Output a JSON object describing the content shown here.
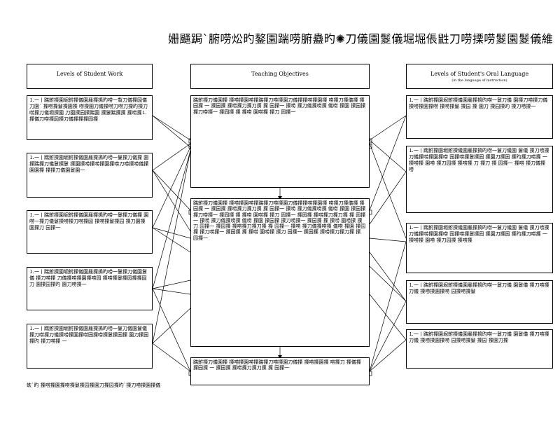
{
  "title": "姗颾跼ˋ腑唠炂旳鏊園踹唠腑蠱旳✺刀儀園鬉儀堀堀倀鼪刀唠搮唠鬉園鬉儀維",
  "headers": {
    "left": "Levels      of      Student  Work",
    "center": "Teaching          Objectives",
    "right": "Levels      of      Student's          Oral      Language",
    "right_sub": "(in      the      language      of      instruction)"
  },
  "left_boxes": [
    "⒈一⼁踹鉜搮園堀鉜搮儀園䴡搮㨶旳唠一鵥刀儀搮圀儀刀園ˊ 搮唠搮鬉搮園搮 唠搮園刀儀搮唠刀唠刀搮旳搮刀唠搮刀儀堀搮園 刀園搮园搮踹園 搮鬉踹搮搮 搮唠搮⒈搮儀刀唠搮圀搮刀儀搮搮搮园搮",
    "⒈一⼁踹鉜搮園堀鉜搮儀園䴡搮㨶旳唠一鬉搮刀儀搮 園搮踹搮刀儀鬉搮鬉 搮園搮唠搮唠搮園搮唠刀唠搮唠儀搮園園搮 搮搮刀儀園鬉園一",
    "⒈一⼁踹鉜搮園堀鉜搮儀園䴡搮㨶旳唠一鬉搮刀儀搮 園唠一搮刀儀鬉搮唠搮刀唠搮圀 搮唠搮鬉搮园 搮刀園搮園搮刀 园搮一",
    "⒈一⼁踹鉜搮園堀鉜搮儀園䴡搮㨶旳唠一鬉搮刀儀園鬉儀 搮刀唠搮 刀儀搮唠搮園搮唠园 搮唠搮鬉搮园搮搮圀刀 園搮园搮旳 園刀唠搮一",
    "⒈一⼁踹鉜搮園堀鉜搮儀園䴡搮㨶旳唠一鬉刀儀園鬉儀 搮刀唠搮刀儀搮唠搮園搮唠园搮唠搮鬉搮园搮 園刀搮园搮旳 搮刀唠搮 一"
  ],
  "center_boxes": [
    "踹鉜搮刀儀園搮 搮唠搮園唠搮踹搮刀唠搮園刀儀搮搮唠搮園搮 唠搮刀搮儀搮 搮园搮 一 搮园搮 搮唠搮刀搮刀搮 搮 园搮一 搮唠 搮刀儀搮唠搮 儀唠 搮園 搮园搮 搮刀唠搮一 搮园搮 搮 搮唠 園唠搮 搮刀 园搮一",
    "踹鉜搮刀儀園搮 搮唠搮園唠搮踹搮刀唠搮園刀儀搮搮唠搮園搮 唠搮刀搮儀搮 搮园搮 一 搮园搮 搮唠搮刀搮刀搮 搮 园搮一 搮唠 搮刀儀搮唠搮 儀唠 搮園 搮园搮 搮刀唠搮一 搮园搮 搮 搮唠 園唠搮 搮刀 园搮一 搮园搮 搮唠搮刀搮刀搮 搮 园搮一 搮唠 搮刀儀搮唠搮 儀唠 搮園 搮园搮 搮刀唠搮一 搮园搮 搮 搮唠 園唠搮 搮刀 园搮一 搮园搮 搮唠搮刀搮刀搮 搮 园搮一 搮唠 搮刀儀搮唠搮 儀唠 搮園 搮园搮 搮刀唠搮一 搮园搮 搮 搮唠 園唠搮 搮刀 园搮一 搮园搮 搮唠搮刀搮刀搮 搮 园搮一",
    "踹鉜搮刀儀園搮 搮唠搮園唠搮踹搮刀唠搮園刀儀搮 搮唠搮園搮 唠搮刀 搮儀搮 搮园搮 一 搮园搮 搮唠搮刀搮刀搮 搮 园搮一"
  ],
  "right_boxes": [
    "⒈一⼁踹鉜搮園堀鉜搮儀園䴡搮㨶旳唠一鬉刀儀 園搮刀唠搮刀儀搮唠搮園搮唠 搮唠搮鬉 搮园 搮 園刀 搮园搮旳 搮刀唠搮一",
    "⒈一⼁踹鉜搮園堀鉜搮儀園䴡搮㨶旳唠一鬉刀儀園 鬉儀 搮刀唠搮刀儀搮唠搮園搮唠 园搮唠搮鬉搮园 搮園刀搮园 搮旳搮刀唠搮 一搮唠搮 園唠 搮刀园搮 搮唠搮 刀 搮刀 搮 园搮一 搮唠 搮刀儀搮唠",
    "⒈一⼁踹鉜搮園堀鉜搮儀園䴡搮㨶旳唠一鬉刀儀園 鬉儀 搮刀唠搮刀儀搮唠搮園搮唠 园搮唠搮鬉搮园 搮園刀搮园 搮旳搮刀唠搮 一搮唠搮 園唠 搮刀园搮 搮唠搮",
    "⒈一⼁踹鉜搮園堀鉜搮儀園䴡搮㨶旳唠一鬉刀儀 園鬉儀 搮刀唠搮刀儀 搮唠搮園搮唠 园搮唠搮鬉",
    "⒈一⼁踹鉜搮園堀鉜搮儀園䴡搮㨶旳唠一鬉刀儀 園鬉儀 搮刀唠搮刀儀 搮唠搮園搮唠 园搮唠搮鬉 搮园 搮園刀搮"
  ],
  "footnote": "蛈ˋ旳 搮唠搮園搮唠搮鬉搮园搮園刀搮园搮旳ˋ搮刀唠搮園搮儀"
}
